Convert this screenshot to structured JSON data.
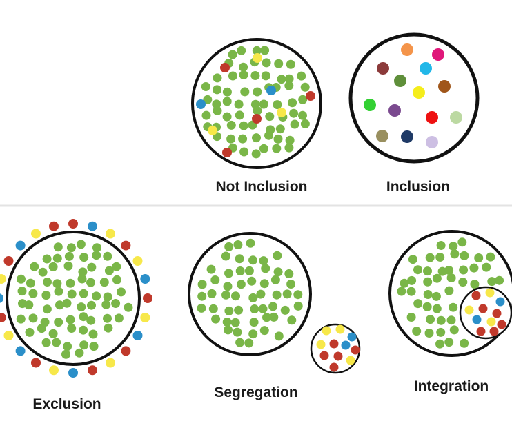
{
  "colors": {
    "green": "#7ab648",
    "red": "#c0392b",
    "blue": "#2b8fc9",
    "yellow": "#f7e84a",
    "outline": "#111111",
    "divider": "#e3e3e3"
  },
  "labels": {
    "not_inclusion": "Not Inclusion",
    "inclusion": "Inclusion",
    "exclusion": "Exclusion",
    "segregation": "Segregation",
    "integration": "Integration"
  },
  "panels": [
    {
      "id": "not-inclusion",
      "concept": "not_inclusion",
      "minority_placement": "scattered-inside"
    },
    {
      "id": "inclusion",
      "concept": "inclusion",
      "minority_placement": "all-distinct-colors-together"
    },
    {
      "id": "exclusion",
      "concept": "exclusion",
      "minority_placement": "outside-ring"
    },
    {
      "id": "segregation",
      "concept": "segregation",
      "minority_placement": "separate-circle"
    },
    {
      "id": "integration",
      "concept": "integration",
      "minority_placement": "small-circle-inside"
    }
  ]
}
